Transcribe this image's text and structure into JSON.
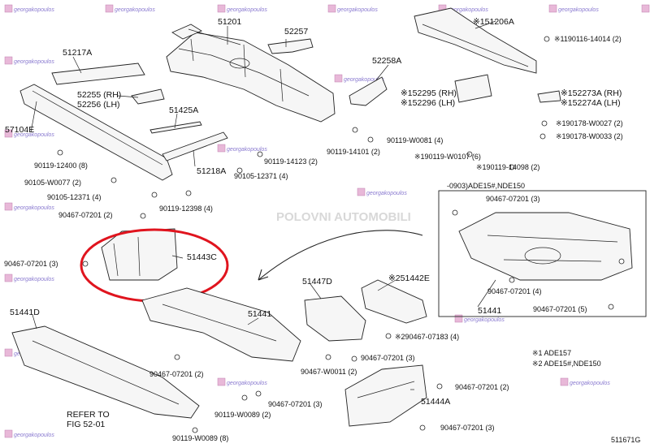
{
  "diagram": {
    "code": "511671G",
    "inset_note": "-0903)ADE15#,NDE150",
    "footnotes": [
      "※1 ADE157",
      "※2 ADE15#,NDE150"
    ],
    "watermark": "georgakopoulos",
    "brand": "POLOVNI AUTOMOBILI",
    "parts": {
      "p51201": "51201",
      "p52257": "52257",
      "p51217A": "51217A",
      "p52258A": "52258A",
      "p52255": "52255 (RH)",
      "p52256": "52256 (LH)",
      "p51425A": "51425A",
      "p57104E": "57104E",
      "p51218A": "51218A",
      "p51443C": "51443C",
      "p51447D": "51447D",
      "p51442E": "※251442E",
      "p51441D": "51441D",
      "p51441": "51441",
      "p51441_inset": "51441",
      "p51444A": "51444A",
      "p151206A": "※151206A",
      "p152295": "※152295 (RH)",
      "p152296": "※152296 (LH)",
      "p152273A": "※152273A (RH)",
      "p152274A": "※152274A (LH)"
    },
    "bolts": {
      "b1": "90119-12400 (8)",
      "b2": "90105-W0077 (2)",
      "b3": "90105-12371 (4)",
      "b4": "90467-07201 (2)",
      "b5": "90467-07201 (3)",
      "b6": "90119-12398 (4)",
      "b7": "90119-14123 (2)",
      "b8": "90105-12371 (4)",
      "b9": "90119-14101 (2)",
      "b10": "90119-W0081 (4)",
      "b11": "※1190116-14014 (2)",
      "b12": "※190178-W0027 (2)",
      "b13": "※190178-W0033 (2)",
      "b14": "※190119-W0107 (6)",
      "b15": "※190119-14098 (2)",
      "b16": "90467-07201 (3)",
      "b17": "90467-07201 (4)",
      "b18": "90467-07201 (5)",
      "b19": "※290467-07183 (4)",
      "b20": "90467-07201 (3)",
      "b21": "90467-W0011 (2)",
      "b22": "90467-07201 (2)",
      "b23": "90467-07201 (3)",
      "b24": "90119-W0089 (2)",
      "b25": "90119-W0089 (8)",
      "b26": "90467-07201 (2)",
      "b27": "90467-07201 (3)"
    },
    "refer": [
      "REFER TO",
      "FIG 52-01"
    ]
  }
}
